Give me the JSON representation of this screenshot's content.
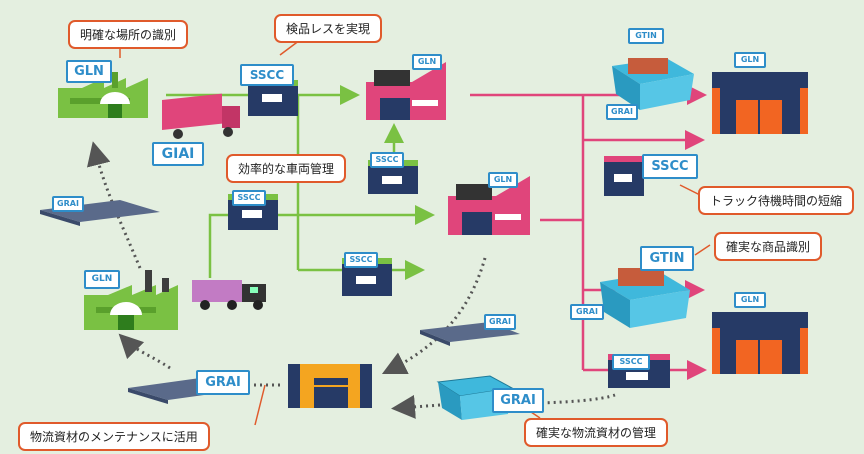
{
  "callouts": {
    "clear_location": "明確な場所の識別",
    "inspection_less": "検品レスを実現",
    "vehicle_mgmt": "効率的な車両管理",
    "truck_wait": "トラック待機時間の短縮",
    "product_id": "確実な商品識別",
    "maintenance": "物流資材のメンテナンスに活用",
    "material_mgmt": "確実な物流資材の管理"
  },
  "tags": {
    "gln_factory_top": "GLN",
    "gln_factory_bottom": "GLN",
    "gln_warehouse_top": "GLN",
    "gln_warehouse_mid": "GLN",
    "gln_store_top": "GLN",
    "gln_store_bottom": "GLN",
    "sscc_top": "SSCC",
    "sscc_mid": "SSCC",
    "sscc_left": "SSCC",
    "sscc_lower": "SSCC",
    "sscc_right": "SSCC",
    "sscc_right_lower": "SSCC",
    "giai": "GIAI",
    "gtin_top": "GTIN",
    "gtin_mid": "GTIN",
    "grai_top": "GRAI",
    "grai_mid": "GRAI",
    "grai_pallet_left": "GRAI",
    "grai_pallet_center": "GRAI",
    "grai_pallet_bottom": "GRAI",
    "grai_crate": "GRAI"
  },
  "colors": {
    "background": "#e4efe0",
    "callout_border": "#e05a2b",
    "tag_blue": "#2e8dc9",
    "flow_green": "#7ac143",
    "flow_pink": "#e0457b",
    "return_dots": "#555555"
  }
}
